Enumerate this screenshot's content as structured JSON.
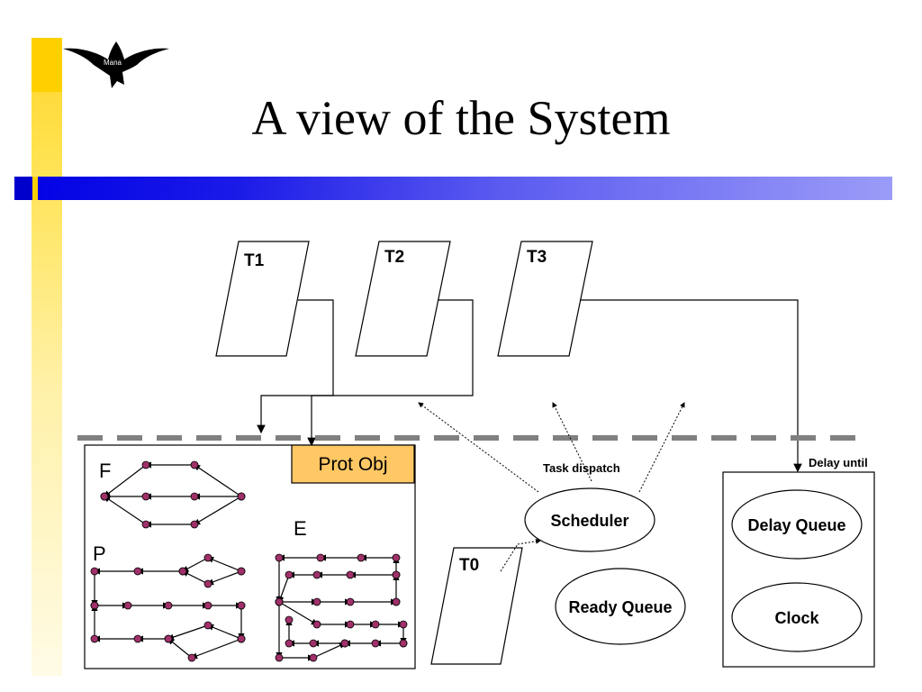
{
  "slide": {
    "title": "A view of the System",
    "logo_text": "Mana"
  },
  "tasks": {
    "t1": "T1",
    "t2": "T2",
    "t3": "T3",
    "t0": "T0"
  },
  "protected_object": {
    "label": "Prot Obj",
    "graph_f": "F",
    "graph_p": "P",
    "graph_e": "E"
  },
  "scheduler": {
    "label": "Scheduler",
    "task_dispatch": "Task dispatch",
    "ready_queue": "Ready Queue"
  },
  "delay": {
    "delay_until": "Delay until",
    "delay_queue": "Delay Queue",
    "clock": "Clock"
  },
  "colors": {
    "node_fill": "#a0306a",
    "prot_obj_fill": "#ffc864",
    "dashed_line": "#808080",
    "title_bar_blue": "#0000e6",
    "side_bar_yellow": "#ffd42a"
  }
}
